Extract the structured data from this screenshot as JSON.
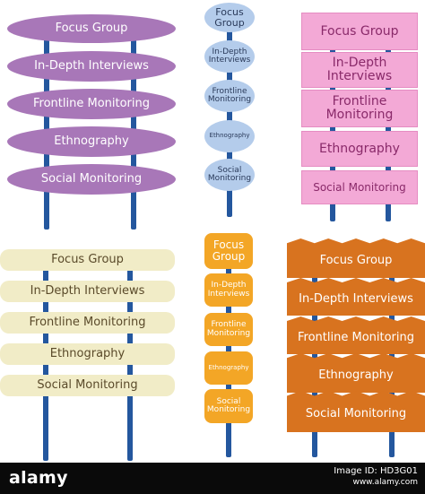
{
  "labels": [
    "Focus Group",
    "In-Depth Interviews",
    "Frontline Monitoring",
    "Ethnography",
    "Social Monitoring"
  ],
  "group2_labels": [
    "Focus\nGroup",
    "In-Depth\nInterviews",
    "Frontline\nMonitoring",
    "Ethnography",
    "Social\nMonitoring"
  ],
  "group3_labels": [
    "Focus Group",
    "In-Depth\nInterviews",
    "Frontline\nMonitoring",
    "Ethnography",
    "Social Monitoring"
  ],
  "group5_labels": [
    "Focus\nGroup",
    "In-Depth\nInterviews",
    "Frontline\nMonitoring",
    "Ethnography",
    "Social\nMonitoring"
  ],
  "colors": {
    "purple": "#a877b8",
    "blue": "#b4cceb",
    "pink": "#f3a9d6",
    "cream": "#f1ecc7",
    "orange": "#f3a626",
    "brown": "#d8731f",
    "pole": "#24579e"
  },
  "footer": {
    "brand": "alamy",
    "image_id": "Image ID: HD3G01",
    "site": "www.alamy.com"
  }
}
